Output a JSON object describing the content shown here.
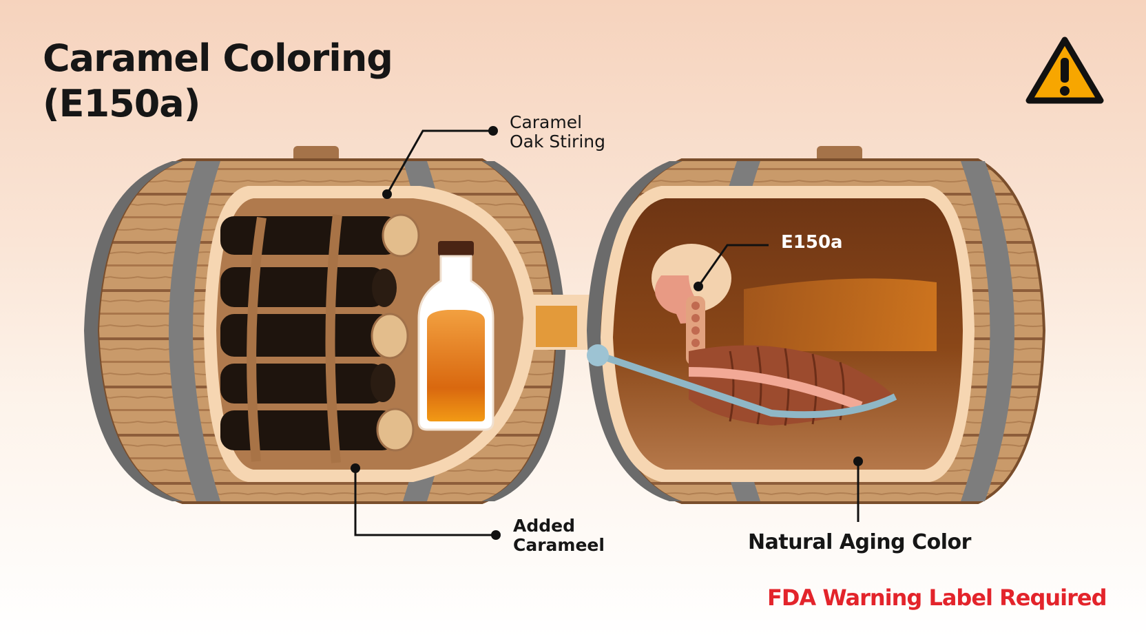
{
  "title": {
    "line1": "Caramel Coloring",
    "line2": "(E150a)"
  },
  "callouts": {
    "caramel_oak": {
      "line1": "Caramel",
      "line2": "Oak Stiring"
    },
    "added_caramel": {
      "line1": "Added",
      "line2": "Carameel"
    },
    "e150a": "E150a",
    "natural_aging": "Natural Aging Color"
  },
  "footer": {
    "warning": "FDA Warning Label Required"
  },
  "colors": {
    "warning_red": "#e3242b",
    "caution_yellow": "#f7a600",
    "oak_light": "#c99a6a",
    "oak_dark": "#8d5d3a",
    "hoop_grey": "#7d7d7d",
    "whiskey_amber": "#e07a14"
  },
  "icons": {
    "warning": "warning-triangle-icon"
  }
}
